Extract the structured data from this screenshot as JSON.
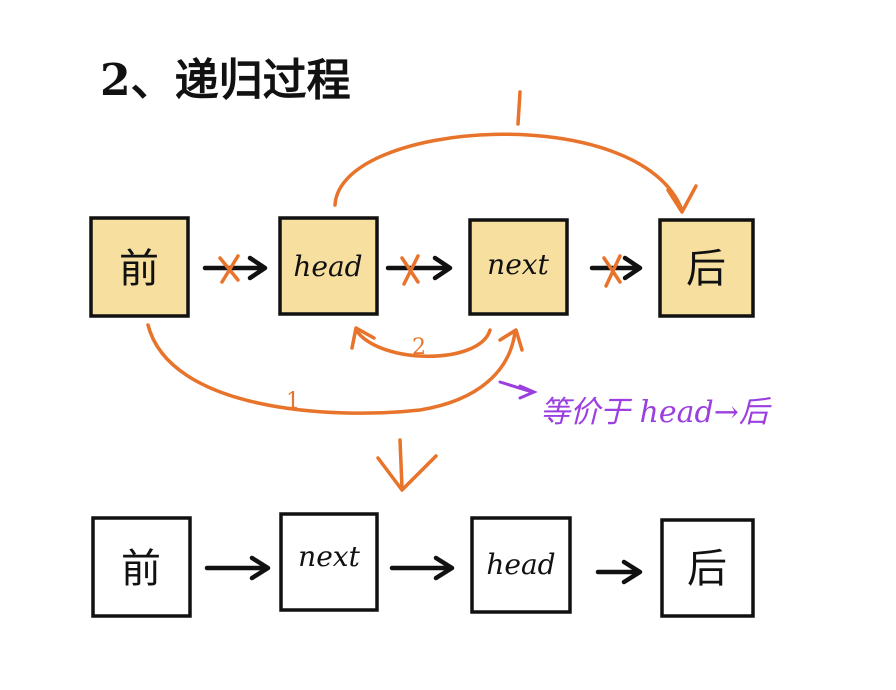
{
  "title": "2、递归过程",
  "colors": {
    "node_fill": "#f6df9f",
    "orange": "#e8732a",
    "purple": "#9b3fe0",
    "ink": "#111111"
  },
  "before": {
    "nodes": [
      "前",
      "head",
      "next",
      "后"
    ]
  },
  "after": {
    "nodes": [
      "前",
      "next",
      "head",
      "后"
    ]
  },
  "step_labels": {
    "one": "1",
    "two": "2"
  },
  "note": "等价于 head→后"
}
